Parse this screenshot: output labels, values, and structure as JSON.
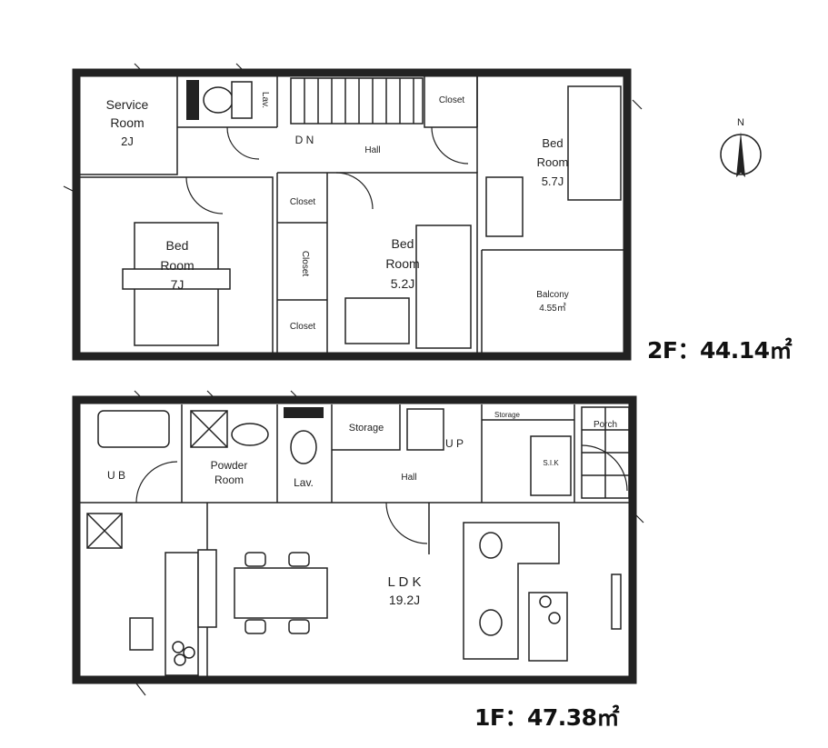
{
  "floor2": {
    "area": "2F：44.14㎡",
    "rooms": {
      "service_room": [
        "Service",
        "Room",
        "2J"
      ],
      "lav": "Lav.",
      "dn": "D N",
      "hall": "Hall",
      "closet_top": "Closet",
      "bed_right": [
        "Bed",
        "Room",
        "5.7J"
      ],
      "bed_left": [
        "Bed",
        "Room",
        "7J"
      ],
      "closet_1": "Closet",
      "closet_2": "Closet",
      "closet_3": "Closet",
      "bed_mid": [
        "Bed",
        "Room",
        "5.2J"
      ],
      "balcony": [
        "Balcony",
        "4.55㎡"
      ]
    }
  },
  "floor1": {
    "area": "1F：47.38㎡",
    "rooms": {
      "ub": "U B",
      "powder": [
        "Powder",
        "Room"
      ],
      "lav": "Lav.",
      "storage": "Storage",
      "up": "U P",
      "hall": "Hall",
      "storage_small": "Storage",
      "porch": "Porch",
      "shoe": "S.I.K",
      "ldk": [
        "L D K",
        "19.2J"
      ]
    }
  },
  "compass": {
    "label": "N"
  }
}
